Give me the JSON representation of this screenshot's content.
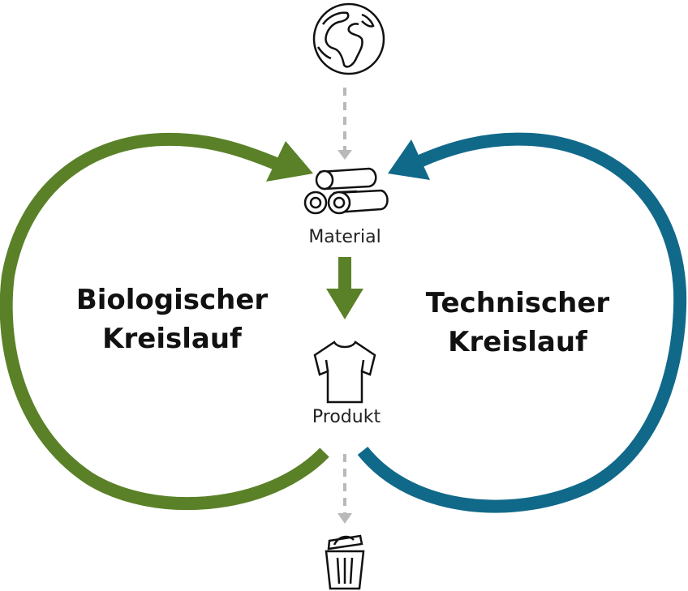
{
  "colors": {
    "biological": "#5a8128",
    "technical": "#11698a",
    "flow_dashed": "#b9b9b9",
    "ink": "#111111"
  },
  "loops": {
    "biological": {
      "line1": "Biologischer",
      "line2": "Kreislauf"
    },
    "technical": {
      "line1": "Technischer",
      "line2": "Kreislauf"
    }
  },
  "nodes": {
    "source": {
      "icon": "globe-icon"
    },
    "material": {
      "label": "Material",
      "icon": "wood-logs-icon"
    },
    "product": {
      "label": "Produkt",
      "icon": "tshirt-icon"
    },
    "waste": {
      "icon": "trash-can-icon"
    }
  }
}
